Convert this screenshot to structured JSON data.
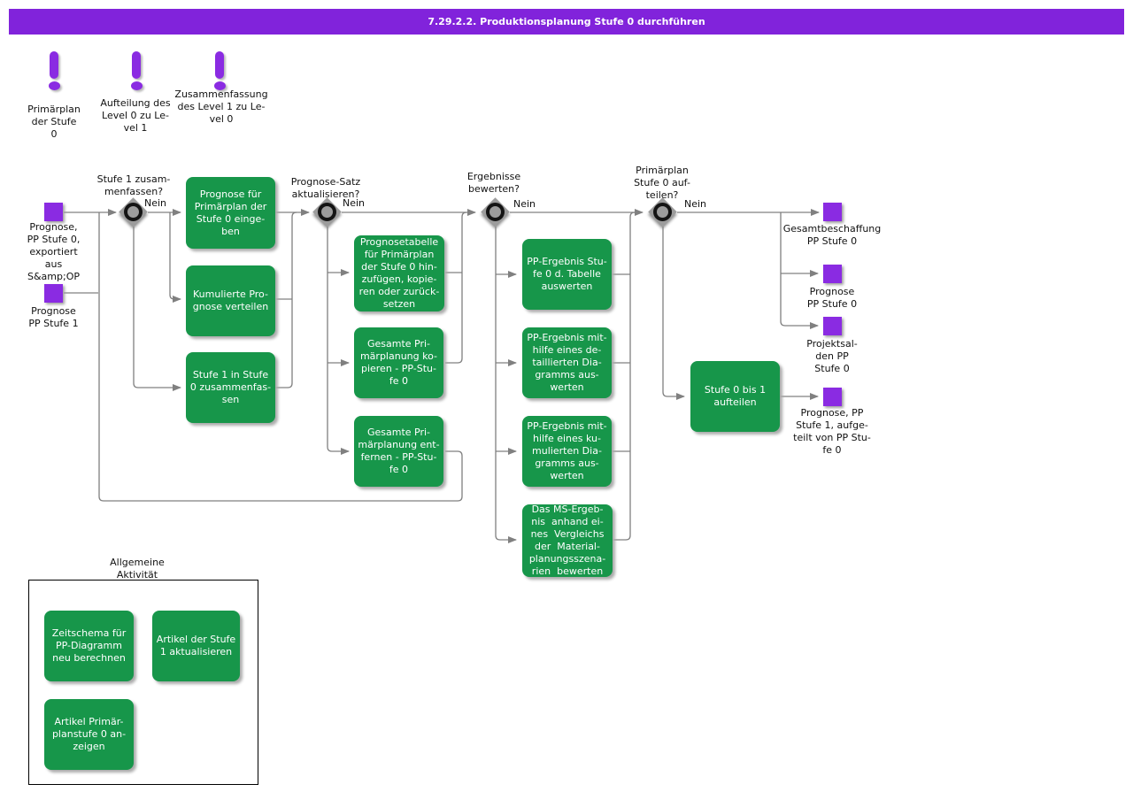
{
  "title": "7.29.2.2. Produktionsplanung Stufe 0 durchführen",
  "colors": {
    "header_purple": "#8123DB",
    "task_green": "#17964A",
    "event_purple": "#8A2BE2",
    "line_gray": "#808080",
    "diamond_gray": "#9C9C9C"
  },
  "milestones": [
    {
      "label": "Primärplan\nder Stufe\n0"
    },
    {
      "label": "Aufteilung des\nLevel 0 zu Le-\nvel 1"
    },
    {
      "label": "Zusammenfassung\ndes Level 1 zu  Le-\nvel 0"
    }
  ],
  "start_events": [
    {
      "label": "Prognose,\nPP Stufe 0,\nexportiert\naus\nS&amp;OP"
    },
    {
      "label": "Prognose\nPP Stufe 1"
    }
  ],
  "decisions": [
    {
      "label": "Stufe 1  zusam-\nmenfassen?",
      "branch": "Nein"
    },
    {
      "label": "Prognose-Satz\naktualisieren?",
      "branch": "Nein"
    },
    {
      "label": "Ergebnisse\nbewerten?",
      "branch": "Nein"
    },
    {
      "label": "Primärplan\nStufe 0 auf-\nteilen?",
      "branch": "Nein"
    }
  ],
  "tasks": {
    "t1": {
      "label": "Prognose für\nPrimärplan der\nStufe 0 einge-\nben"
    },
    "t2": {
      "label": "Kumulierte Pro-\ngnose verteilen"
    },
    "t3": {
      "label": "Stufe 1 in Stufe\n0 zusammenfas-\nsen"
    },
    "t4": {
      "label": "Prognosetabelle\nfür Primärplan\nder Stufe 0 hin-\nzufügen, kopie-\nren oder zurück-\nsetzen"
    },
    "t5": {
      "label": "Gesamte Pri-\nmärplanung ko-\npieren - PP-Stu-\nfe 0"
    },
    "t6": {
      "label": "Gesamte Pri-\nmärplanung ent-\nfernen - PP-Stu-\nfe 0"
    },
    "t7": {
      "label": "PP-Ergebnis Stu-\nfe 0 d. Tabelle\nauswerten"
    },
    "t8": {
      "label": "PP-Ergebnis mit-\nhilfe eines de-\ntaillierten Dia-\ngramms aus-\nwerten"
    },
    "t9": {
      "label": "PP-Ergebnis mit-\nhilfe eines ku-\nmulierten Dia-\ngramms aus-\nwerten"
    },
    "t10": {
      "label": "Das MS-Ergeb-\nnis  anhand ei-\nnes  Vergleichs\nder  Material-\nplanungsszena-\nrien  bewerten"
    },
    "t11": {
      "label": "Stufe 0 bis 1\naufteilen"
    }
  },
  "end_events": [
    {
      "label": "Gesamtbeschaffung\nPP Stufe 0"
    },
    {
      "label": "Prognose\nPP Stufe 0"
    },
    {
      "label": "Projektsal-\nden PP\nStufe 0"
    },
    {
      "label": "Prognose, PP\nStufe 1, aufge-\nteilt von PP Stu-\nfe 0"
    }
  ],
  "general": {
    "label": "Allgemeine\nAktivität",
    "tasks": [
      {
        "label": "Zeitschema für\nPP-Diagramm\nneu berechnen"
      },
      {
        "label": "Artikel der Stufe\n1 aktualisieren"
      },
      {
        "label": "Artikel Primär-\nplanstufe 0 an-\nzeigen"
      }
    ]
  }
}
